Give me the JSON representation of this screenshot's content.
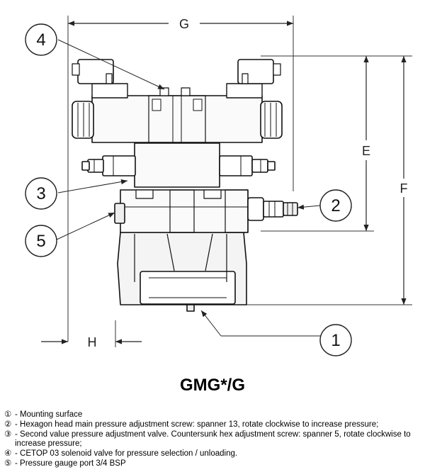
{
  "dimensions": {
    "g": "G",
    "e": "E",
    "f": "F",
    "h": "H"
  },
  "callouts": [
    "1",
    "2",
    "3",
    "4",
    "5"
  ],
  "model": "GMG*/G",
  "legend": [
    {
      "symbol": "①",
      "text": "- Mounting surface"
    },
    {
      "symbol": "②",
      "text": "- Hexagon head main pressure adjustment screw: spanner 13, rotate clockwise to increase pressure;"
    },
    {
      "symbol": "③",
      "text": "- Second value pressure adjustment valve. Countersunk hex adjustment screw: spanner 5, rotate clockwise to increase pressure;"
    },
    {
      "symbol": "④",
      "text": "- CETOP 03 solenoid valve for pressure selection / unloading."
    },
    {
      "symbol": "⑤",
      "text": "- Pressure gauge port 3/4 BSP"
    }
  ]
}
